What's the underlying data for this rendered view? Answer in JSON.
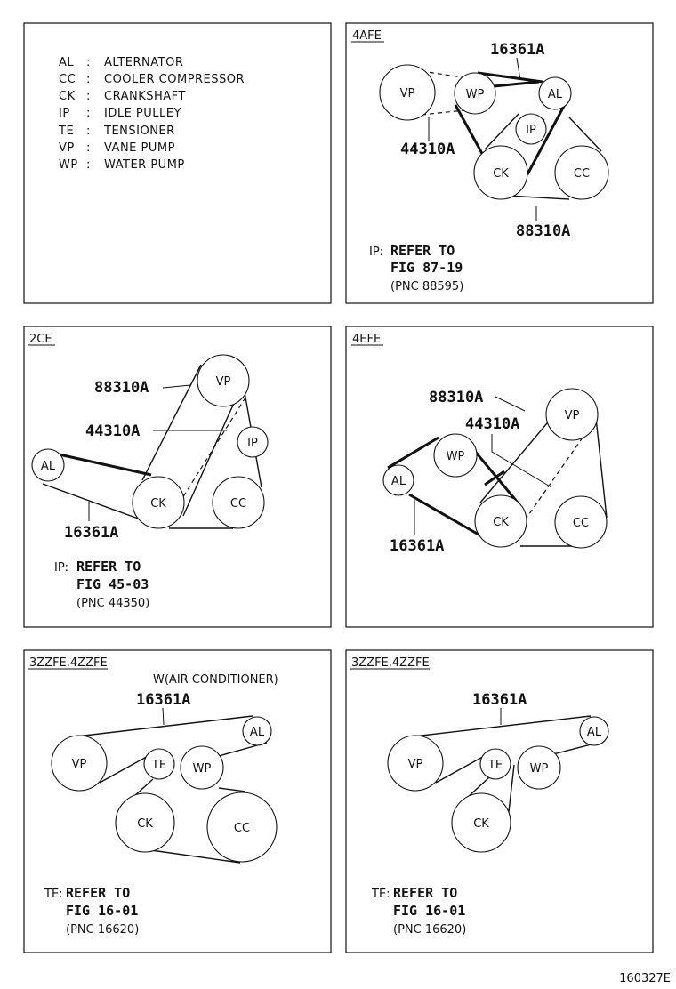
{
  "legend": [
    {
      "code": "AL",
      "name": "ALTERNATOR"
    },
    {
      "code": "CC",
      "name": "COOLER COMPRESSOR"
    },
    {
      "code": "CK",
      "name": "CRANKSHAFT"
    },
    {
      "code": "IP",
      "name": "IDLE PULLEY"
    },
    {
      "code": "TE",
      "name": "TENSIONER"
    },
    {
      "code": "VP",
      "name": "VANE PUMP"
    },
    {
      "code": "WP",
      "name": "WATER PUMP"
    }
  ],
  "legend_separator": ":",
  "panels": [
    {
      "engine": "4AFE",
      "parts": [
        "16361A",
        "44310A",
        "88310A"
      ],
      "note": {
        "prefix": "IP:",
        "line1": "REFER TO",
        "line2": "FIG 87-19",
        "line3": "(PNC 88595)"
      }
    },
    {
      "engine": "2CE",
      "parts": [
        "88310A",
        "44310A",
        "16361A"
      ],
      "note": {
        "prefix": "IP:",
        "line1": "REFER TO",
        "line2": "FIG 45-03",
        "line3": "(PNC 44350)"
      }
    },
    {
      "engine": "4EFE",
      "parts": [
        "88310A",
        "44310A",
        "16361A"
      ]
    },
    {
      "engine": "3ZZFE,4ZZFE",
      "condition": "W(AIR CONDITIONER)",
      "parts": [
        "16361A"
      ],
      "note": {
        "prefix": "TE:",
        "line1": "REFER TO",
        "line2": "FIG 16-01",
        "line3": "(PNC 16620)"
      }
    },
    {
      "engine": "3ZZFE,4ZZFE",
      "parts": [
        "16361A"
      ],
      "note": {
        "prefix": "TE:",
        "line1": "REFER TO",
        "line2": "FIG 16-01",
        "line3": "(PNC 16620)"
      }
    }
  ],
  "pulley_codes": {
    "vp": "VP",
    "wp": "WP",
    "al": "AL",
    "ip": "IP",
    "ck": "CK",
    "cc": "CC",
    "te": "TE"
  },
  "figure_id": "160327E"
}
